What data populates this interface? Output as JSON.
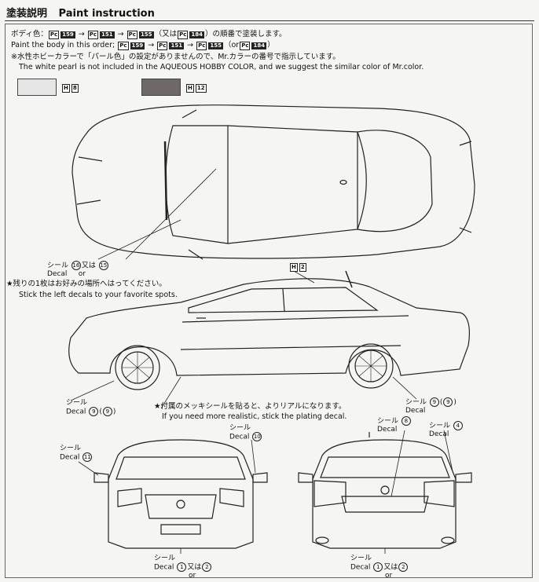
{
  "header": {
    "title_ja": "塗装説明",
    "title_en": "Paint instruction"
  },
  "instructions": {
    "ja_line1_prefix": "ボディ色：",
    "ja_line1_suffix": "（又は",
    "ja_line1_end": "）の順番で塗装します。",
    "en_line2": "Paint the body in this order;",
    "en_line2_or": "（or",
    "en_line2_end": "）",
    "note_ja": "※水性ホビーカラーで「パール色」の設定がありませんので、Mr.カラーの番号で指示しています。",
    "note_en": "The white pearl is not included in the AQUEOUS HOBBY COLOR, and we suggest the similar color of Mr.color.",
    "codes": [
      "159",
      "151",
      "155",
      "184"
    ],
    "pc_label": "Pc"
  },
  "swatches": [
    {
      "code_prefix": "H",
      "code": "8",
      "color": "#e6e6e6"
    },
    {
      "code_prefix": "H",
      "code": "12",
      "color": "#6f6868"
    }
  ],
  "callouts": {
    "top_decal": {
      "ja": "シール",
      "en": "Decal",
      "num_a": "16",
      "or_ja": "又は",
      "or_en": "or",
      "num_b": "15"
    },
    "stick_ja": "★残りの1枚はお好みの場所へはってください。",
    "stick_en": "Stick the left decals to your favorite spots.",
    "antenna_code_prefix": "H",
    "antenna_code": "2",
    "side_left": {
      "ja": "シール",
      "en": "Decal",
      "num": "9",
      "num2": "9"
    },
    "side_right": {
      "ja": "シール",
      "en": "Decal",
      "num": "9",
      "num2": "9"
    },
    "plating_ja": "★付属のメッキシールを貼ると、よりリアルになります。",
    "plating_en": "If you need more realistic, stick the plating decal.",
    "front_left": {
      "ja": "シール",
      "en": "Decal",
      "num": "11"
    },
    "front_top": {
      "ja": "シール",
      "en": "Decal",
      "num": "10"
    },
    "front_bottom": {
      "ja": "シール",
      "en": "Decal",
      "num_a": "1",
      "or_ja": "又は",
      "or_en": "or",
      "num_b": "2"
    },
    "rear_top": {
      "ja": "シール",
      "en": "Decal",
      "num": "8"
    },
    "rear_right": {
      "ja": "シール",
      "en": "Decal",
      "num": "4"
    },
    "rear_bottom": {
      "ja": "シール",
      "en": "Decal",
      "num_a": "1",
      "or_ja": "又は",
      "or_en": "or",
      "num_b": "2"
    }
  }
}
